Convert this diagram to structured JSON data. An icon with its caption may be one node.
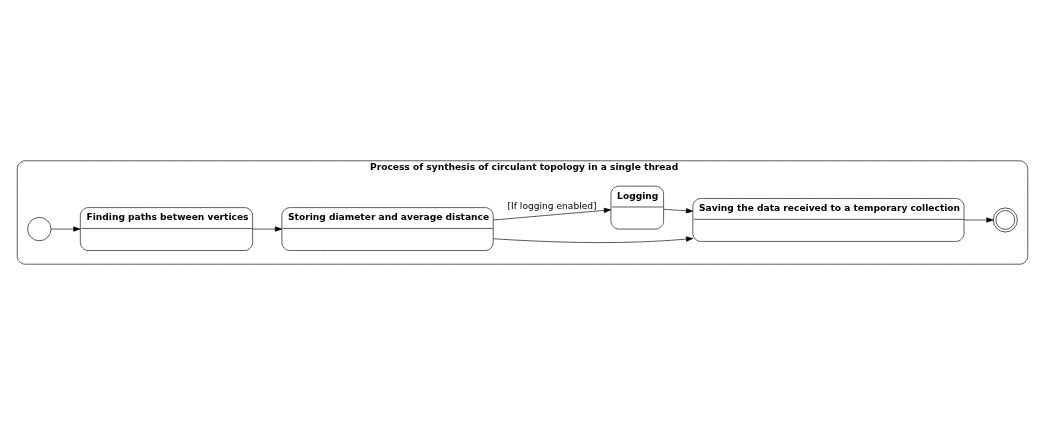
{
  "diagram": {
    "nodes": [
      {
        "text": [
          "Process of synthesis of circulant topology in a single thread"
        ]
      },
      {
        "text": [],
        "shape": "circle",
        "in": 0
      },
      {
        "text": [
          "Finding paths between vertices"
        ],
        "in": 0
      },
      {
        "text": [
          "Storing diameter and average distance"
        ],
        "in": 0
      },
      {
        "text": [
          "Saving the data received to a temporary collection"
        ],
        "in": 0
      },
      {
        "text": [
          "Logging"
        ],
        "in": 0
      },
      {
        "text": [],
        "shape": "doublecircle",
        "in": 0
      }
    ],
    "edges": [
      {
        "from": 1,
        "to": 2,
        "arrow": "to"
      },
      {
        "from": 2,
        "to": 3,
        "arrow": "to"
      },
      {
        "from": 3,
        "to": 5,
        "arrow": "to",
        "label": "[If logging enabled]"
      },
      {
        "from": 3,
        "to": 4,
        "arrow": "to"
      },
      {
        "from": 5,
        "to": 4,
        "arrow": "to"
      },
      {
        "from": 4,
        "to": 6,
        "arrow": "to"
      }
    ]
  }
}
